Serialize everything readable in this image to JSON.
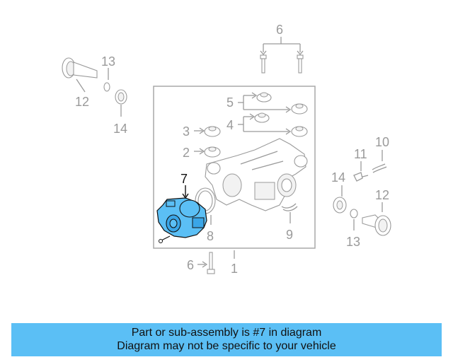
{
  "callouts": {
    "c6_top": "6",
    "c13_left": "13",
    "c12_left": "12",
    "c14_left": "14",
    "c5": "5",
    "c4": "4",
    "c3": "3",
    "c2": "2",
    "c7": "7",
    "c8": "8",
    "c9": "9",
    "c6_bottom": "6",
    "c1": "1",
    "c10": "10",
    "c11": "11",
    "c14_right": "14",
    "c12_right": "12",
    "c13_right": "13"
  },
  "caption": {
    "line1": "Part or sub-assembly is #7 in diagram",
    "line2": "Diagram may not be specific to your vehicle"
  },
  "colors": {
    "highlight": "#5bbff5",
    "line": "#9a9a9a",
    "active": "#111111"
  }
}
